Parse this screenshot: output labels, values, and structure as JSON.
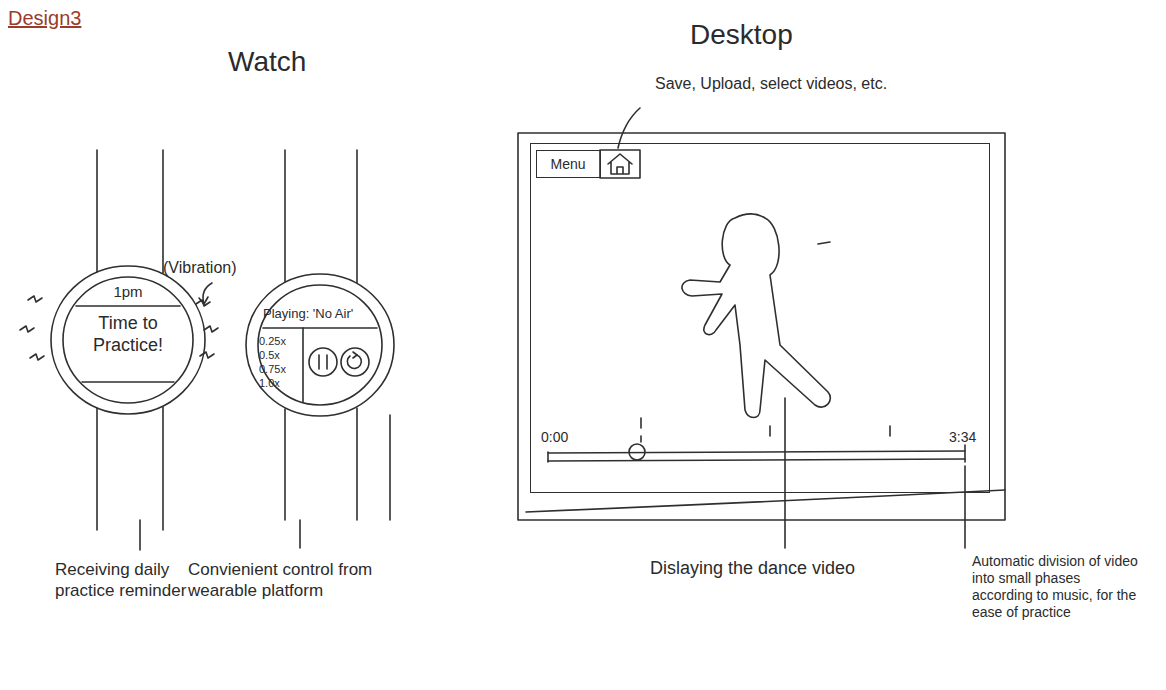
{
  "diagram": {
    "title": "Design3",
    "nodes": [
      {
        "text": [
          "1pm",
          "Time to Practice!"
        ]
      },
      {
        "text": [
          "Playing: 'No Air'",
          "0.25x",
          "0.5x",
          "0.75x",
          "1.0x"
        ]
      },
      {
        "text": [
          "0:00",
          "3:34"
        ]
      },
      {
        "text": [
          "Menu"
        ],
        "in": 2
      }
    ],
    "labels": [
      "Watch",
      "Desktop",
      "(Vibration)",
      "Receiving daily practice reminder",
      "Convienient control from wearable platform",
      "Save, Upload, select videos, etc.",
      "Dislaying the dance video",
      "Automatic division of video into small phases according to music, for the ease of practice"
    ]
  }
}
